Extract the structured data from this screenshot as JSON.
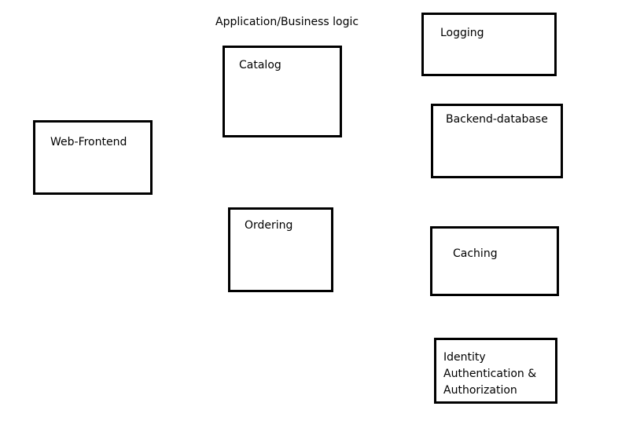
{
  "diagram": {
    "heading": "Application/Business logic",
    "boxes": {
      "web_frontend": "Web-Frontend",
      "catalog": "Catalog",
      "ordering": "Ordering",
      "logging": "Logging",
      "backend_database": "Backend-database",
      "caching": "Caching",
      "identity": {
        "line1": "Identity",
        "line2": "Authentication &",
        "line3": "Authorization"
      }
    }
  }
}
